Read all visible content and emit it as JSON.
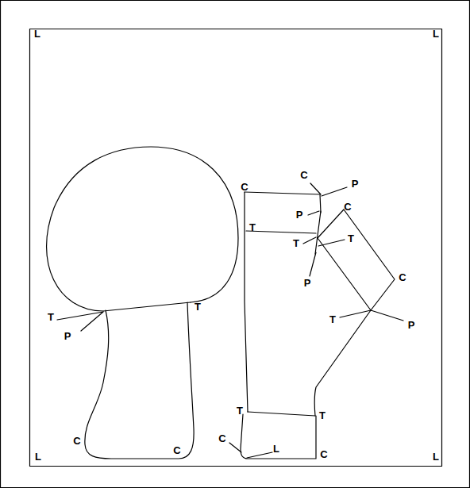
{
  "diagram": {
    "labels": [
      "L",
      "L",
      "C",
      "C",
      "P",
      "C",
      "P",
      "T",
      "T",
      "T",
      "P",
      "C",
      "T",
      "T",
      "P",
      "T",
      "P",
      "T",
      "T",
      "C",
      "C",
      "C",
      "L",
      "C",
      "L",
      "L"
    ]
  }
}
